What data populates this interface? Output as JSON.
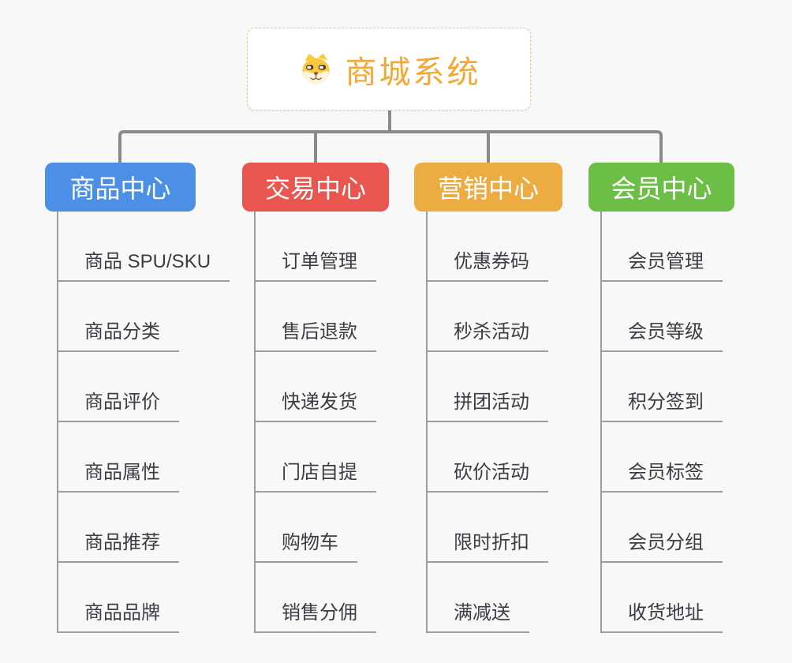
{
  "root": {
    "title": "商城系统",
    "icon": "shiba-dog-icon"
  },
  "branches": [
    {
      "label": "商品中心",
      "color": "#4c8fe6",
      "items": [
        "商品 SPU/SKU",
        "商品分类",
        "商品评价",
        "商品属性",
        "商品推荐",
        "商品品牌"
      ]
    },
    {
      "label": "交易中心",
      "color": "#e8564f",
      "items": [
        "订单管理",
        "售后退款",
        "快递发货",
        "门店自提",
        "购物车",
        "销售分佣"
      ]
    },
    {
      "label": "营销中心",
      "color": "#edac41",
      "items": [
        "优惠券码",
        "秒杀活动",
        "拼团活动",
        "砍价活动",
        "限时折扣",
        "满减送"
      ]
    },
    {
      "label": "会员中心",
      "color": "#6cbe47",
      "items": [
        "会员管理",
        "会员等级",
        "积分签到",
        "会员标签",
        "会员分组",
        "收货地址"
      ]
    }
  ],
  "colors": {
    "background": "#f8f8f8",
    "connector_line": "#8a8a8a",
    "item_line": "#9d9d9d",
    "item_text": "#3a3e42",
    "root_text": "#f5a733",
    "root_border": "#f0c57f"
  }
}
